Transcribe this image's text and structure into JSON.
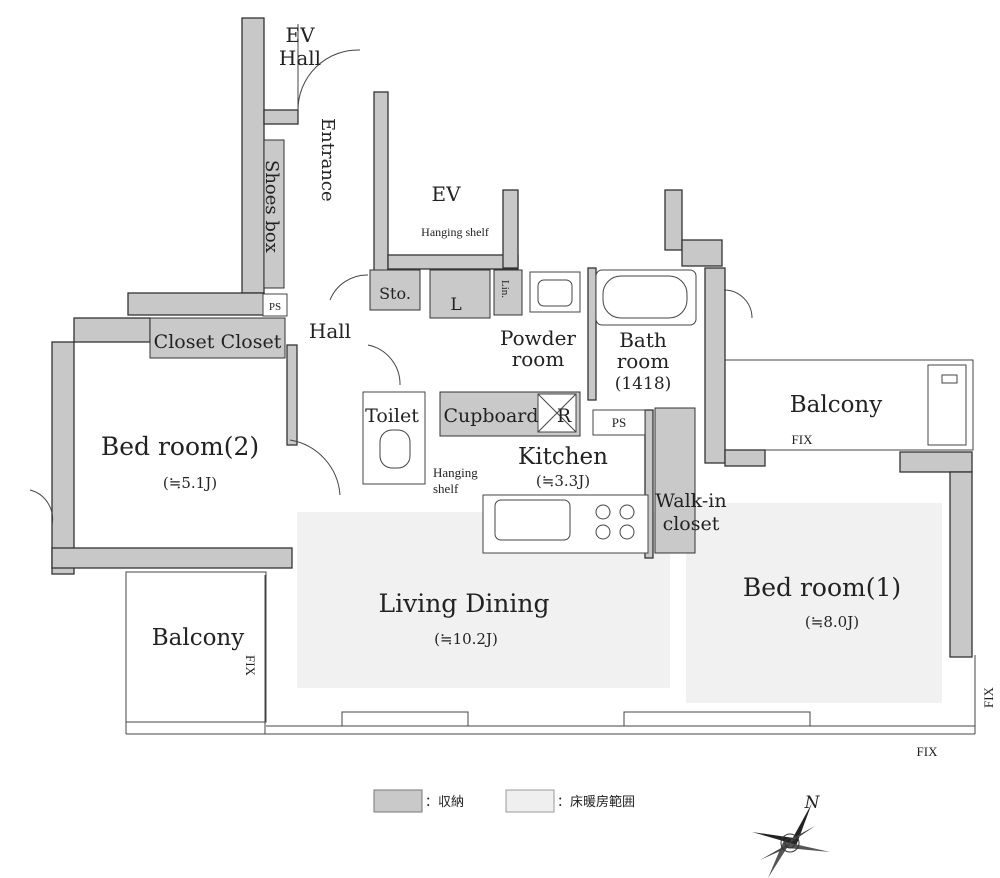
{
  "rooms": {
    "ev_hall": [
      "EV",
      "Hall"
    ],
    "entrance": "Entrance",
    "ev": "EV",
    "hanging_shelf_top": "Hanging shelf",
    "shoes_box": "Shoes box",
    "ps_left": "PS",
    "hall": "Hall",
    "sto": "Sto.",
    "linen_l": "L",
    "lin": "Lin.",
    "powder_room": [
      "Powder",
      "room"
    ],
    "bath_room": [
      "Bath",
      "room",
      "(1418)"
    ],
    "closet_1": "Closet",
    "closet_2": "Closet",
    "bedroom2": "Bed room(2)",
    "bedroom2_area": "(≒5.1J)",
    "toilet": "Toilet",
    "cupboard": "Cupboard",
    "refrigerator": "R",
    "ps_kitchen": "PS",
    "balcony_right": "Balcony",
    "fix_balcony_right": "FIX",
    "kitchen": "Kitchen",
    "kitchen_area": "(≒3.3J)",
    "hanging_shelf_toilet": [
      "Hanging",
      "shelf"
    ],
    "walkin_closet": [
      "Walk-in",
      "closet"
    ],
    "living_dining": "Living Dining",
    "living_dining_area": "(≒10.2J)",
    "bedroom1": "Bed room(1)",
    "bedroom1_area": "(≒8.0J)",
    "balcony_left": "Balcony",
    "fix_balcony_left": "FIX",
    "fix_right": "FIX",
    "fix_bottom": "FIX"
  },
  "legend": {
    "storage": "：収納",
    "floor_heating": "：床暖房範囲"
  },
  "compass": {
    "north": "N"
  },
  "colors": {
    "wall": "#c8c8c8",
    "storage": "#c9c9c9",
    "floor_heating": "#f1f1f1",
    "line": "#333333"
  }
}
